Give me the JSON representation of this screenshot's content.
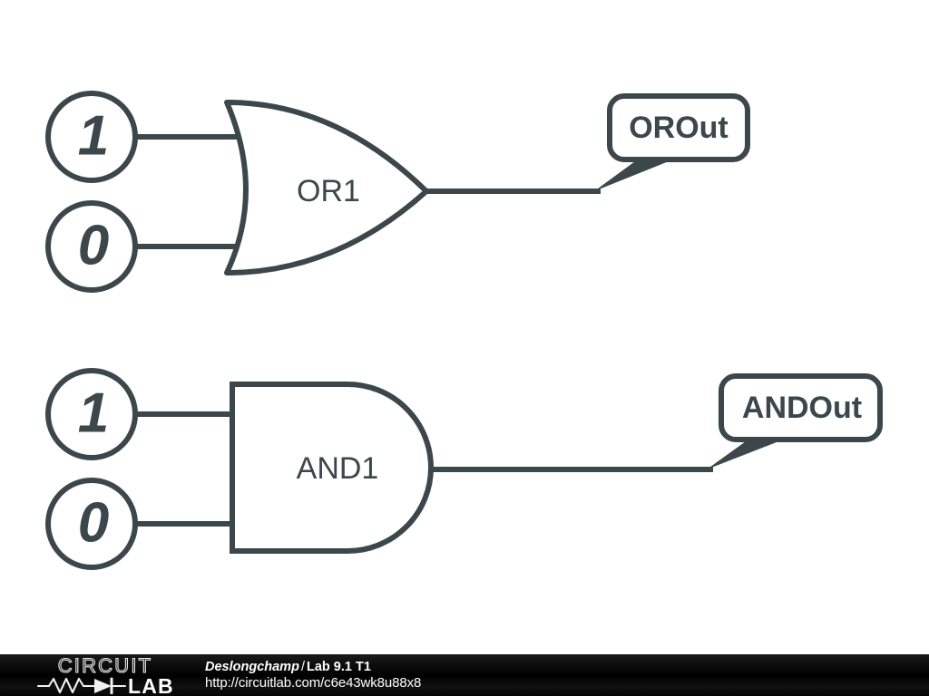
{
  "canvas": {
    "background_color": "#ffffff",
    "stroke_color": "#3c474c"
  },
  "circuits": [
    {
      "id": "or-circuit",
      "gate_label": "OR1",
      "gate_type": "or-gate",
      "inputs": [
        {
          "name": "or-input-a",
          "value": "1"
        },
        {
          "name": "or-input-b",
          "value": "0"
        }
      ],
      "output_probe": "OROut"
    },
    {
      "id": "and-circuit",
      "gate_label": "AND1",
      "gate_type": "and-gate",
      "inputs": [
        {
          "name": "and-input-a",
          "value": "1"
        },
        {
          "name": "and-input-b",
          "value": "0"
        }
      ],
      "output_probe": "ANDOut"
    }
  ],
  "footer": {
    "logo_top_text": "CIRCUIT",
    "logo_bottom_text": "LAB",
    "author": "Deslongchamp",
    "separator": "/",
    "project": "Lab 9.1 T1",
    "url": "http://circuitlab.com/c6e43wk8u88x8",
    "background_color": "#000000",
    "text_color": "#ffffff"
  }
}
